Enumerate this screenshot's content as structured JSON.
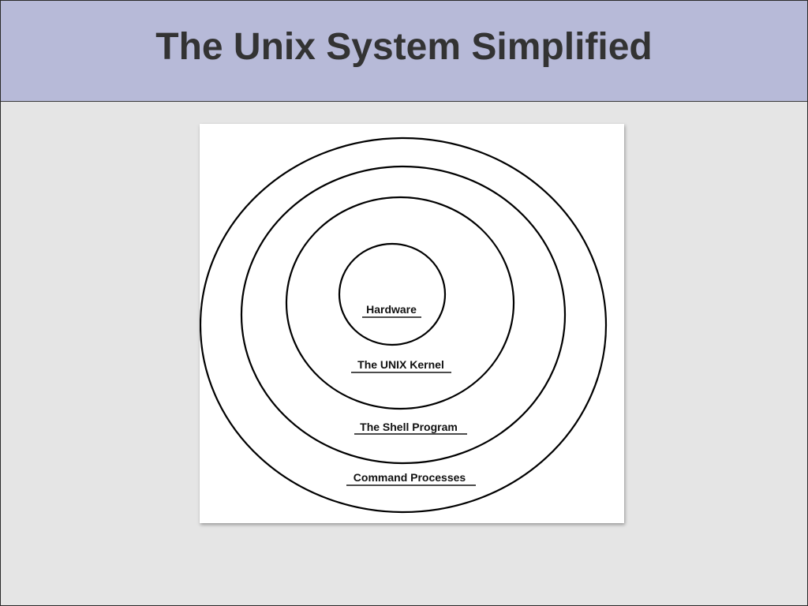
{
  "slide": {
    "title": "The Unix System Simplified"
  },
  "diagram": {
    "layers": [
      {
        "label": "Hardware"
      },
      {
        "label": "The UNIX Kernel"
      },
      {
        "label": "The Shell Program"
      },
      {
        "label": "Command Processes"
      }
    ]
  },
  "colors": {
    "title_bar": "#b7bad8",
    "background": "#e5e5e5",
    "title_text": "#333333",
    "figure_background": "#ffffff",
    "ring_stroke": "#000000"
  }
}
